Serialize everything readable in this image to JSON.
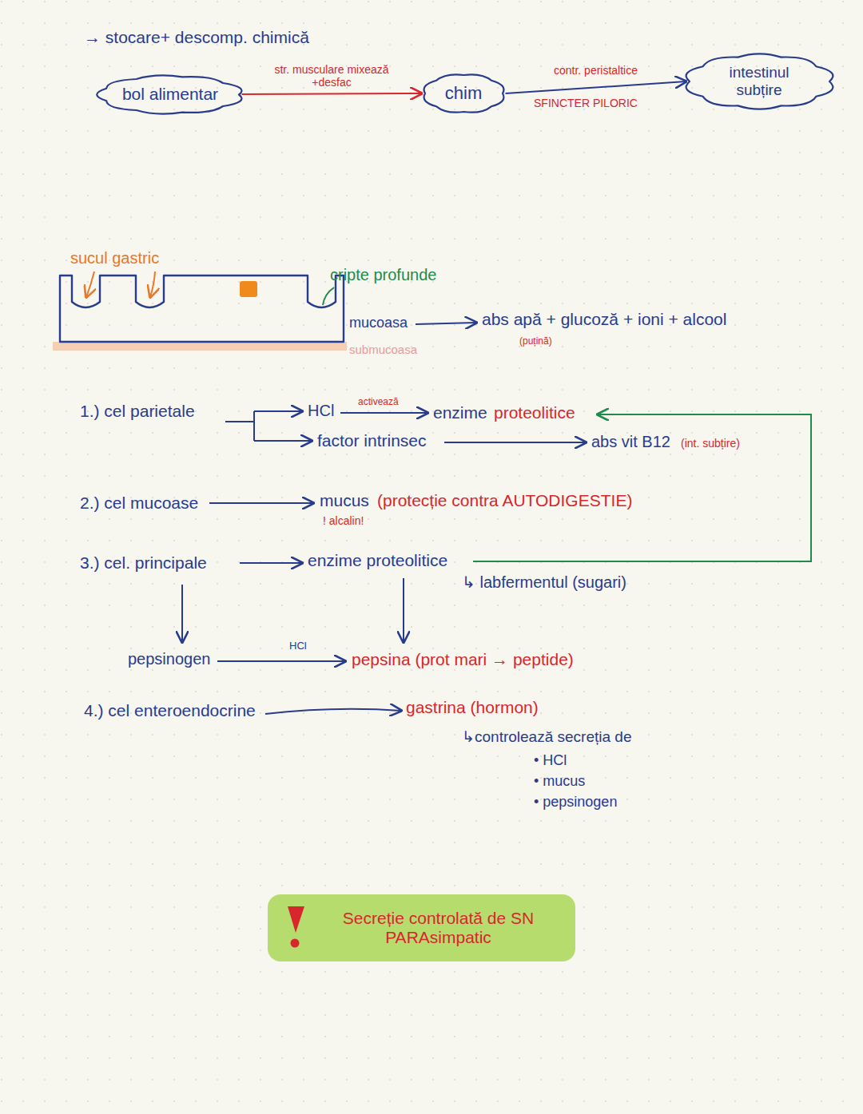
{
  "diagram": {
    "nodes": [
      {
        "text": [
          "bol alimentar"
        ]
      },
      {
        "text": [
          "chim"
        ]
      },
      {
        "text": [
          "intestinul subțire"
        ]
      },
      {
        "text": [
          "Secreție controlată de SN PARAsimpatic"
        ]
      }
    ],
    "edges": [
      {
        "from": 0,
        "to": 1,
        "arrow": "to",
        "label": "str. musculare mixează +desfac"
      },
      {
        "from": 1,
        "to": 2,
        "arrow": "to",
        "label": "contr. peristaltice"
      }
    ],
    "labels": [
      "→ stocare+ descomp. chimică",
      "SFINCTER PILORIC",
      "sucul gastric",
      "cripte profunde",
      "mucoasa",
      "abs apă + glucoză + ioni + alcool",
      "(puțină)",
      "submucoasa",
      "1.) cel parietale",
      "HCl",
      "activează",
      "enzime",
      "proteolitice",
      "factor intrinsec",
      "abs vit B12",
      "(int. subțire)",
      "2.) cel mucoase",
      "mucus",
      "(protecție contra AUTODIGESTIE)",
      "! alcalin!",
      "3.) cel. principale",
      "enzime proteolitice",
      "↳ labfermentul (sugari)",
      "pepsinogen",
      "HCl",
      "pepsina (prot mari → peptide)",
      "4.) cel enteroendocrine",
      "gastrina (hormon)",
      "↳controlează secreția de",
      "• HCl",
      "• mucus",
      "• pepsinogen"
    ]
  }
}
